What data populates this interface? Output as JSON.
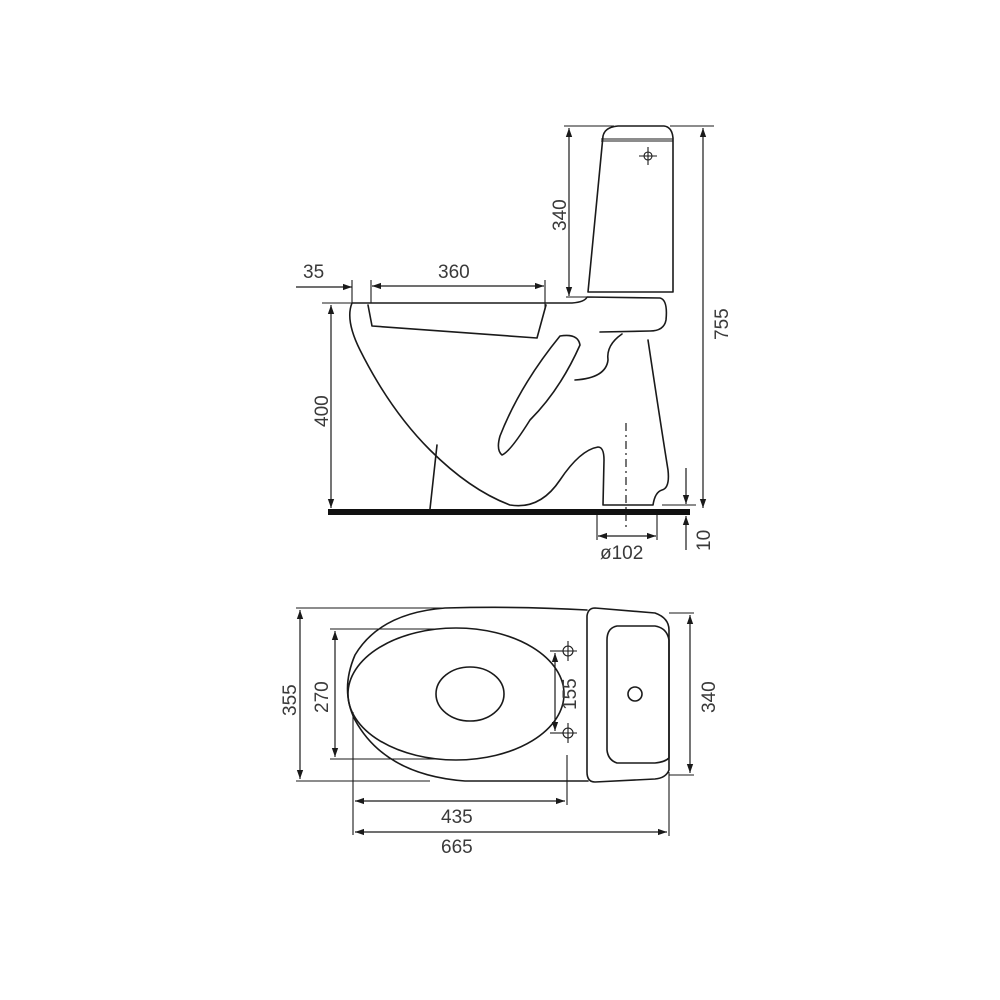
{
  "figure": {
    "title": "Close-coupled toilet dimension drawing",
    "views": [
      "side-elevation",
      "plan-view"
    ],
    "units": "mm"
  },
  "side_view": {
    "dimensions": {
      "seat_setback": "35",
      "seat_opening_length": "360",
      "cistern_height": "340",
      "seat_height": "400",
      "overall_height": "755",
      "outlet_diameter": "ø102",
      "outlet_floor_clearance": "10"
    }
  },
  "plan_view": {
    "dimensions": {
      "overall_bowl_width": "355",
      "seat_width": "270",
      "fixing_hole_spacing": "155",
      "cistern_width": "340",
      "bowl_front_to_fixings": "435",
      "overall_length": "665"
    }
  },
  "colors": {
    "line": "#1a1a1a",
    "label": "#3a3a3a",
    "floor": "#111111",
    "background": "#ffffff"
  }
}
